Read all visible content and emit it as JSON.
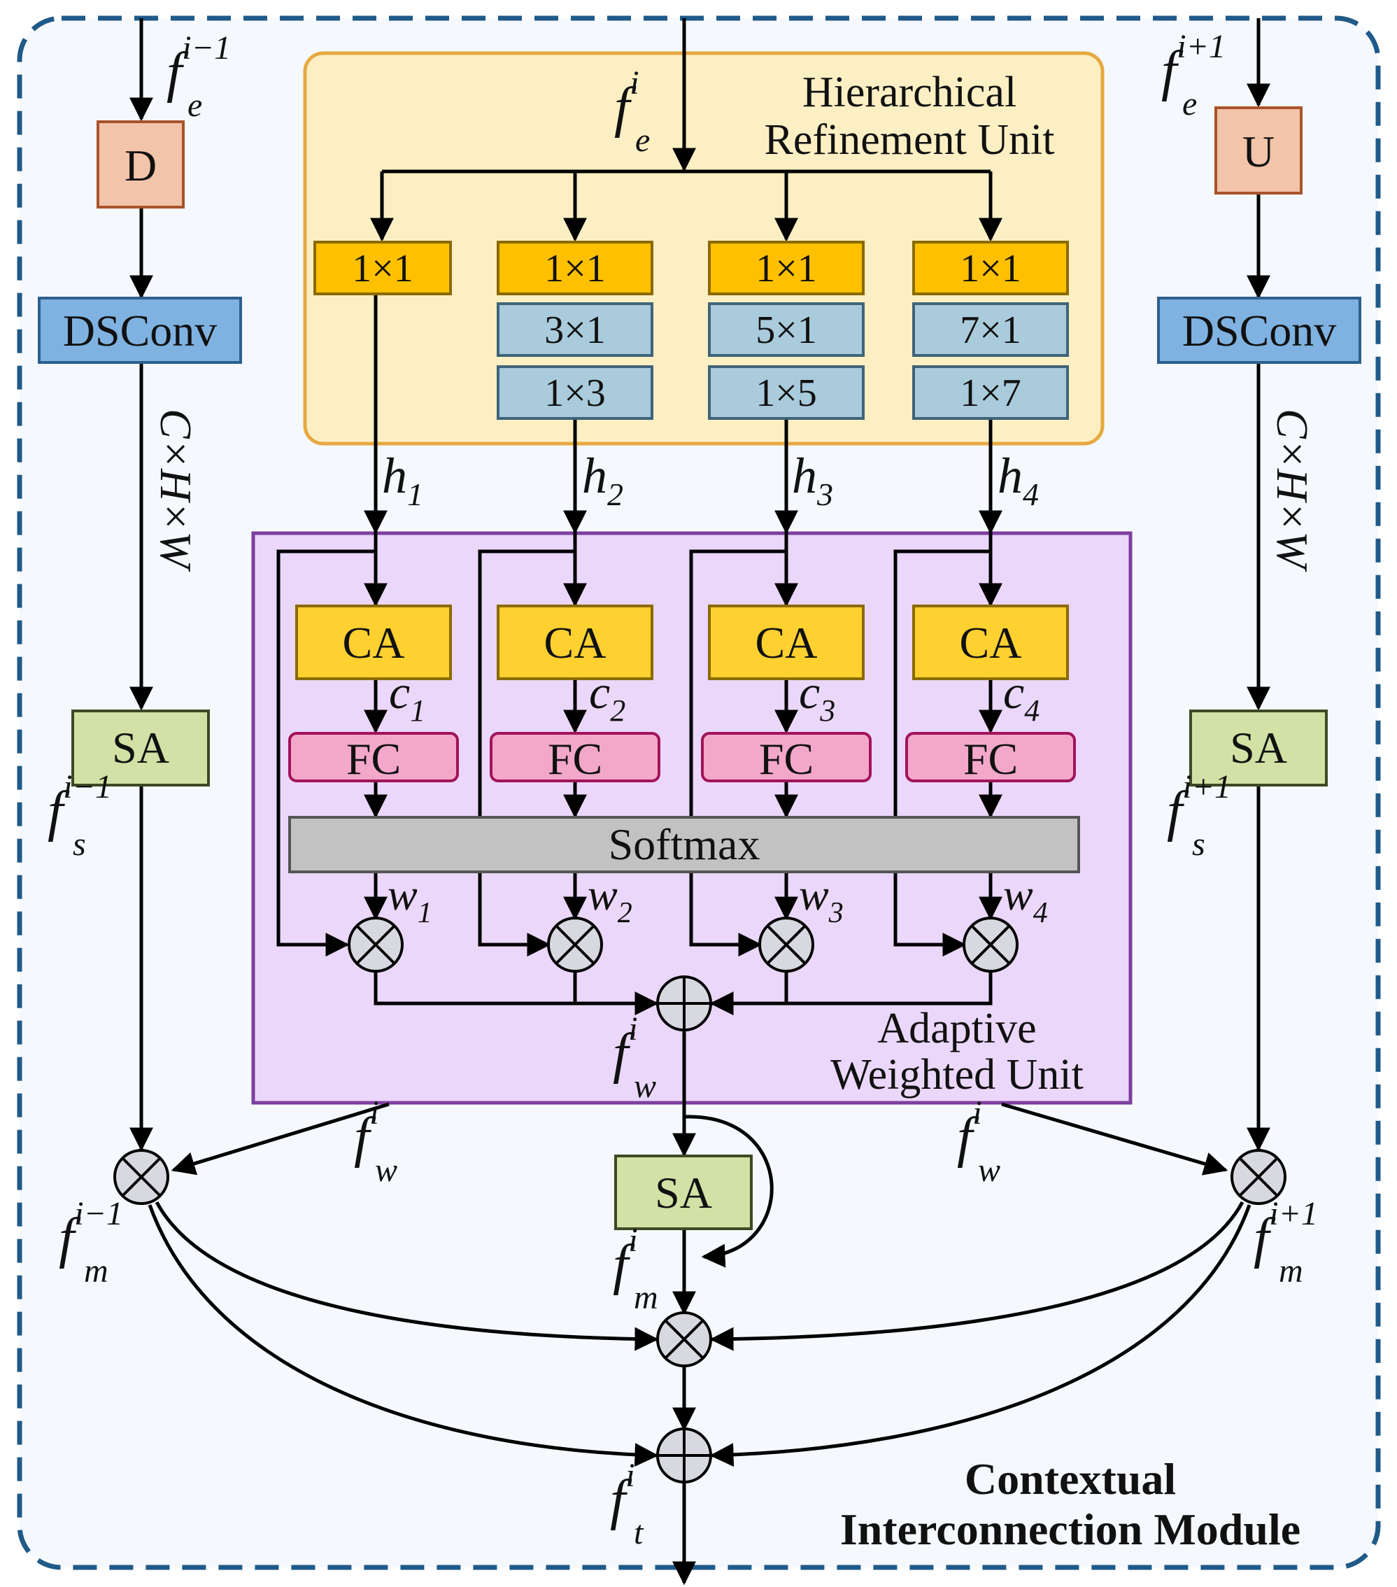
{
  "hru": {
    "title_line1": "Hierarchical",
    "title_line2": "Refinement Unit",
    "branches": [
      {
        "conv1": "1×1"
      },
      {
        "conv1": "1×1",
        "conv2": "3×1",
        "conv3": "1×3"
      },
      {
        "conv1": "1×1",
        "conv2": "5×1",
        "conv3": "1×5"
      },
      {
        "conv1": "1×1",
        "conv2": "7×1",
        "conv3": "1×7"
      }
    ]
  },
  "awu": {
    "title_line1": "Adaptive",
    "title_line2": "Weighted Unit",
    "ca_label": "CA",
    "fc_label": "FC",
    "softmax_label": "Softmax"
  },
  "left": {
    "d_label": "D",
    "dsconv_label": "DSConv",
    "sa_label": "SA",
    "dims": "C×H×W"
  },
  "right": {
    "u_label": "U",
    "dsconv_label": "DSConv",
    "sa_label": "SA",
    "dims": "C×H×W"
  },
  "center": {
    "sa_label": "SA"
  },
  "module": {
    "title_line1": "Contextual",
    "title_line2": "Interconnection Module"
  },
  "symbols": {
    "fe_prev": {
      "base": "f",
      "sub": "e",
      "sup": "i−1"
    },
    "fe_cur": {
      "base": "f",
      "sub": "e",
      "sup": "i"
    },
    "fe_next": {
      "base": "f",
      "sub": "e",
      "sup": "i+1"
    },
    "h": [
      {
        "base": "h",
        "sub": "1"
      },
      {
        "base": "h",
        "sub": "2"
      },
      {
        "base": "h",
        "sub": "3"
      },
      {
        "base": "h",
        "sub": "4"
      }
    ],
    "c": [
      {
        "base": "c",
        "sub": "1"
      },
      {
        "base": "c",
        "sub": "2"
      },
      {
        "base": "c",
        "sub": "3"
      },
      {
        "base": "c",
        "sub": "4"
      }
    ],
    "w": [
      {
        "base": "w",
        "sub": "1"
      },
      {
        "base": "w",
        "sub": "2"
      },
      {
        "base": "w",
        "sub": "3"
      },
      {
        "base": "w",
        "sub": "4"
      }
    ],
    "fw_center": {
      "base": "f",
      "sub": "w",
      "sup": "i"
    },
    "fw_left": {
      "base": "f",
      "sub": "w",
      "sup": "i"
    },
    "fw_right": {
      "base": "f",
      "sub": "w",
      "sup": "i"
    },
    "fs_prev": {
      "base": "f",
      "sub": "s",
      "sup": "i−1"
    },
    "fs_next": {
      "base": "f",
      "sub": "s",
      "sup": "i+1"
    },
    "fm_prev": {
      "base": "f",
      "sub": "m",
      "sup": "i−1"
    },
    "fm_next": {
      "base": "f",
      "sub": "m",
      "sup": "i+1"
    },
    "fm_cur": {
      "base": "f",
      "sub": "m",
      "sup": "i"
    },
    "ft": {
      "base": "f",
      "sub": "t",
      "sup": "i"
    }
  },
  "colors": {
    "hru_fill": "#fcefc4",
    "hru_border": "#e6a940",
    "awu_fill": "#ebd7fa",
    "awu_border": "#7c3f9e",
    "orange_box": "#ffc000",
    "orange_border": "#8a6a00",
    "blue_box": "#a9cbdc",
    "blue_border": "#3f6479",
    "dsconv_fill": "#7fb2e0",
    "dsconv_border": "#2c5f8e",
    "ca_fill": "#fed030",
    "fc_fill": "#f3a8c9",
    "fc_border": "#a1145a",
    "softmax_fill": "#c2c2c2",
    "sa_fill": "#d2e1a5",
    "sa_border": "#3c4a24",
    "du_fill": "#f2c4a9",
    "du_border": "#a9532a",
    "node_fill": "#d8d9e0",
    "module_border": "#1f5a88",
    "module_fill": "#f5f8fd"
  }
}
